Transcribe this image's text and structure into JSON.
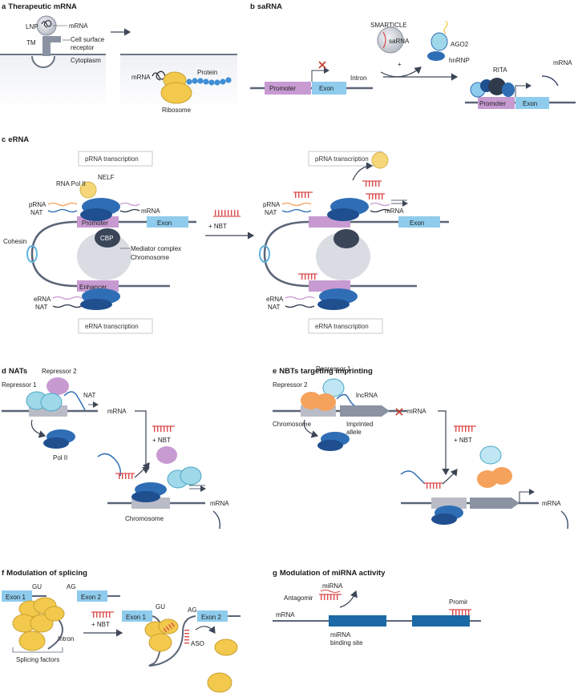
{
  "colors": {
    "strand": "#5b6577",
    "blue_protein": "#2f6eb5",
    "dark_blue": "#1f4f8f",
    "light_cyan": "#9fd8e8",
    "yellow": "#f2c94c",
    "purple": "#c89ad2",
    "orange": "#f5a25d",
    "exon_blue": "#8ecbec",
    "promoter_pink": "#c79ad1",
    "grey_box": "#b9bcc6",
    "nbt_red": "#d94a4a",
    "mirna_dark_blue": "#1b6aa5"
  },
  "panels": {
    "a": {
      "letter": "a",
      "title": "Therapeutic mRNA",
      "labels": {
        "lnp": "LNP",
        "mrna_top": "mRNA",
        "tm": "TM",
        "receptor_1": "Cell surface",
        "receptor_2": "receptor",
        "cytoplasm": "Cytoplasm",
        "mrna_ribo": "mRNA",
        "protein": "Protein",
        "ribosome": "Ribosome"
      }
    },
    "b": {
      "letter": "b",
      "title": "saRNA",
      "labels": {
        "promoter": "Promoter",
        "exon": "Exon",
        "intron": "Intron",
        "smarticle": "SMARTICLE",
        "sarna": "saRNA",
        "ago2": "AGO2",
        "hnrnp": "hnRNP",
        "plus": "+",
        "rita": "RITA",
        "mrna": "mRNA",
        "promoter2": "Promoter",
        "exon2": "Exon"
      }
    },
    "c": {
      "letter": "c",
      "title": "eRNA",
      "labels": {
        "prna_transcription": "pRNA transcription",
        "rna_pol": "RNA Pol II",
        "nelf": "NELF",
        "prna": "pRNA",
        "nat": "NAT",
        "mrna": "mRNA",
        "cohesin": "Cohesin",
        "promoter": "Promoter",
        "exon": "Exon",
        "cbp": "CBP",
        "mediator": "Mediator complex",
        "chromosome": "Chromosome",
        "enhancer": "Enhancer",
        "erna": "eRNA",
        "nat2": "NAT",
        "erna_transcription": "eRNA transcription",
        "plus_nbt": "+   NBT",
        "prna_transcription_r": "pRNA transcription",
        "prna_r": "pRNA",
        "nat_r": "NAT",
        "mrna_r": "mRNA",
        "exon_r": "Exon",
        "erna_r": "eRNA",
        "nat2_r": "NAT",
        "erna_transcription_r": "eRNA transcription"
      }
    },
    "d": {
      "letter": "d",
      "title": "NATs",
      "labels": {
        "repressor2": "Repressor 2",
        "repressor1": "Repressor 1",
        "nat": "NAT",
        "mrna": "mRNA",
        "pol2": "Pol II",
        "plus_nbt": "+  NBT",
        "mrna2": "mRNA",
        "chromosome": "Chromosome"
      }
    },
    "e": {
      "letter": "e",
      "title": "NBTs targeting imprinting",
      "labels": {
        "repressor1": "Repressor 1",
        "repressor2": "Repressor 2",
        "lncrna": "lncRNA",
        "mrna": "mRNA",
        "imprinted_1": "Imprinted",
        "imprinted_2": "allele",
        "chromosome": "Chromosome",
        "plus_nbt": "+  NBT",
        "mrna2": "mRNA"
      }
    },
    "f": {
      "letter": "f",
      "title": "Modulation of splicing",
      "labels": {
        "exon1": "Exon 1",
        "gu": "GU",
        "ag": "AG",
        "exon2": "Exon 2",
        "intron": "Intron",
        "splicing_factors": "Splicing factors",
        "plus_nbt": "+  NBT",
        "exon1_r": "Exon 1",
        "gu_r": "GU",
        "ag_r": "AG",
        "exon2_r": "Exon 2",
        "aso": "ASO"
      }
    },
    "g": {
      "letter": "g",
      "title": "Modulation of miRNA activity",
      "labels": {
        "mirna": "miRNA",
        "antagomir": "Antagomir",
        "promir": "Promir",
        "mrna": "mRNA",
        "binding_1": "miRNA",
        "binding_2": "binding site"
      }
    }
  }
}
